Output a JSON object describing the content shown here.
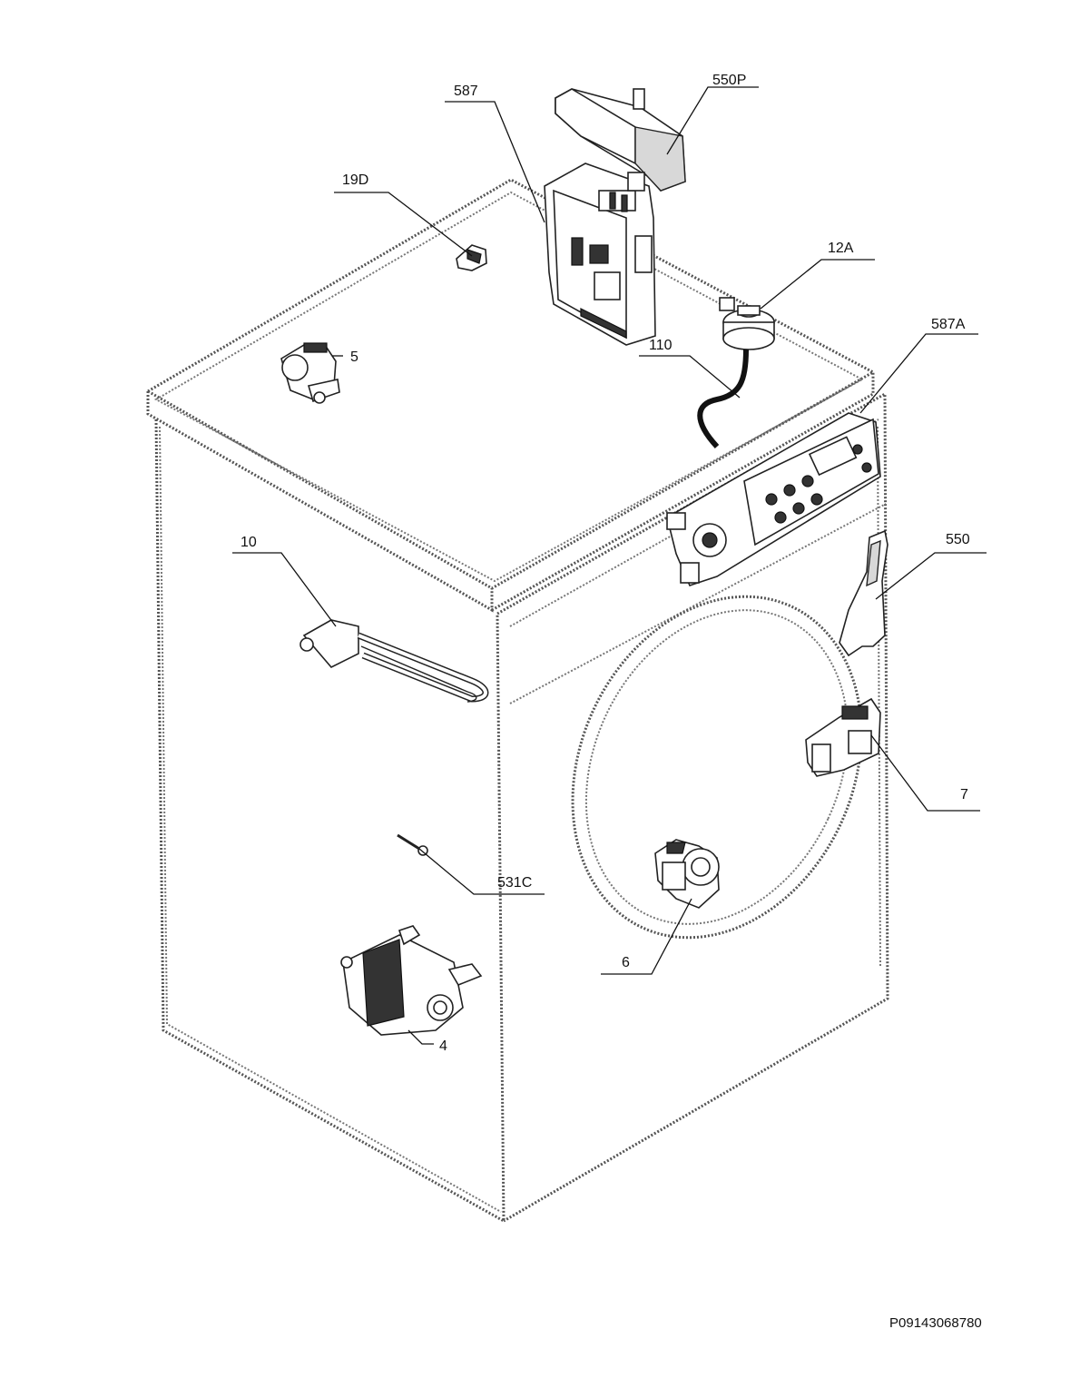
{
  "labels": {
    "p587": "587",
    "p550P": "550P",
    "p19D": "19D",
    "p12A": "12A",
    "p5": "5",
    "p110": "110",
    "p587A": "587A",
    "p10": "10",
    "p550": "550",
    "p7": "7",
    "p531C": "531C",
    "p6": "6",
    "p4": "4"
  },
  "drawing_number": "P09143068780"
}
